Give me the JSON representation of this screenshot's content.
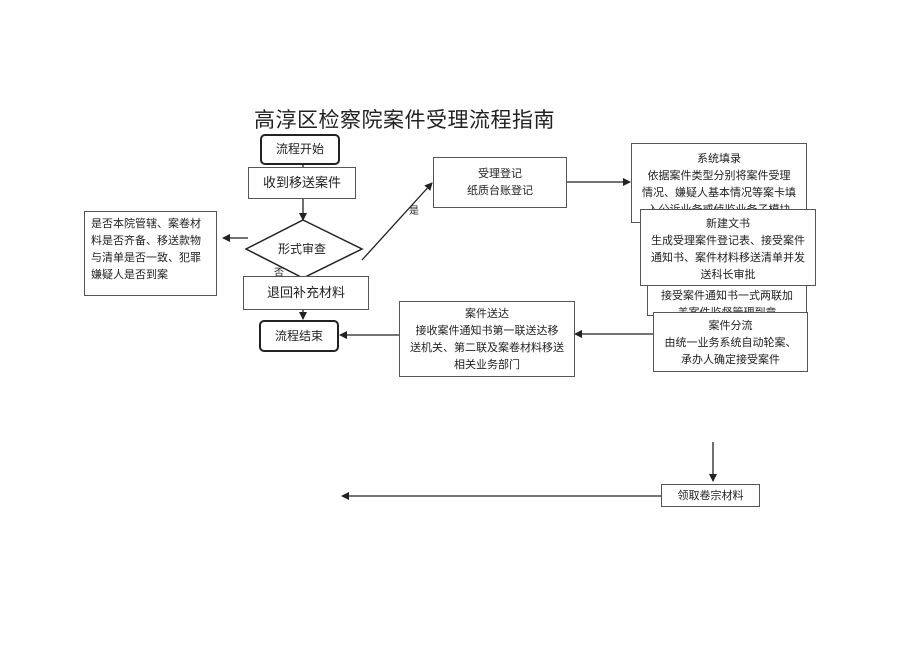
{
  "title": "高淳区检察院案件受理流程指南",
  "nodes": {
    "start": "流程开始",
    "receive": "收到移送案件",
    "review": "形式审查",
    "no_label": "否",
    "yes_label": "是",
    "return": "退回补充材料",
    "end": "流程结束",
    "check": [
      "是否本院管辖、案卷材",
      "料是否齐备、移送款物",
      "与清单是否一致、犯罪",
      "嫌疑人是否到案"
    ],
    "register": [
      "受理登记",
      "纸质台账登记"
    ],
    "system": [
      "系统填录",
      "依据案件类型分别将案件受理",
      "情况、嫌疑人基本情况等案卡填",
      "入公诉业务或侦监业务子模块"
    ],
    "newdoc": [
      "新建文书",
      "生成受理案件登记表、接受案件",
      "通知书、案件材料移送清单并发",
      "送科长审批"
    ],
    "notice": [
      "接受案件通知书一式两联加",
      "盖案件监督管理到章"
    ],
    "assign": [
      "案件分流",
      "由统一业务系统自动轮案、",
      "承办人确定接受案件"
    ],
    "deliver": [
      "案件送达",
      "接收案件通知书第一联送达移",
      "送机关、第二联及案卷材料移送",
      "相关业务部门"
    ],
    "collect": "领取卷宗材料"
  },
  "colors": {
    "line": "#222222",
    "border": "#555555"
  }
}
